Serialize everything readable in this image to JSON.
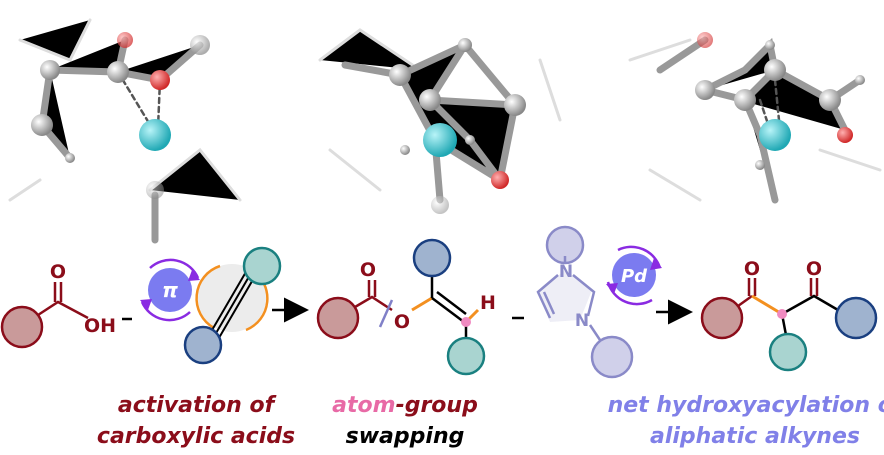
{
  "colors": {
    "dark_red": "#8b0d1a",
    "pink": "#e86aa6",
    "lavender": "#8080e8",
    "orange": "#f39020",
    "purple": "#8a2be2",
    "pd_ball": "#3fc8d0",
    "oxygen_ball": "#e04040"
  },
  "scheme": {
    "left_atoms": {
      "o": "O",
      "oh": "OH"
    },
    "pi_badge": "π",
    "middle_atoms": {
      "o_carbonyl": "O",
      "o_ester": "O",
      "h": "H"
    },
    "nhc_atoms": {
      "n_top": "N",
      "n_bottom": "N"
    },
    "pd_badge": "Pd",
    "right_atoms": {
      "o1": "O",
      "o2": "O"
    }
  },
  "labels": {
    "activation_line1": "activation of",
    "activation_line2": "carboxylic acids",
    "swap_atom": "atom",
    "swap_group": "-group",
    "swap_line2": "swapping",
    "net_line1": "net hydroxyacylation of",
    "net_line2": "aliphatic alkynes"
  }
}
